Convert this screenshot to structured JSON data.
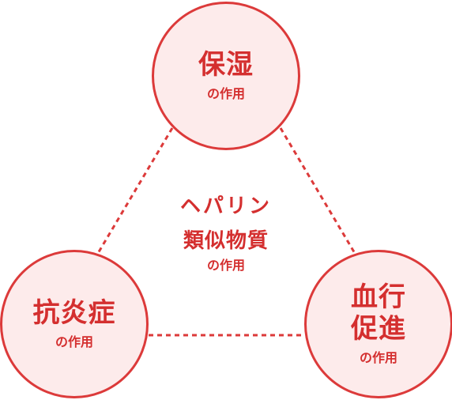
{
  "diagram": {
    "accent_color": "#dc3a3a",
    "fill_color": "#fdebeb",
    "center": {
      "line1": "ヘパリン",
      "line2": "類似物質",
      "sub": "の作用"
    },
    "nodes": {
      "top": {
        "title": "保湿",
        "sub": "の作用"
      },
      "left": {
        "title": "抗炎症",
        "sub": "の作用"
      },
      "right": {
        "title_line1": "血行",
        "title_line2": "促進",
        "sub": "の作用"
      }
    }
  }
}
